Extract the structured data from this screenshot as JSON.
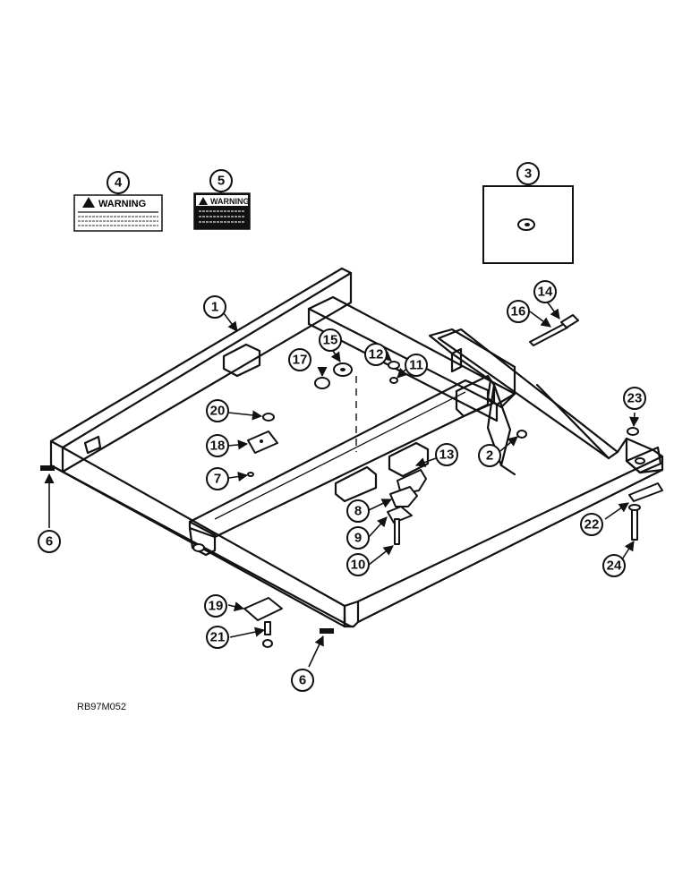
{
  "figure_code": "RB97M052",
  "decals": {
    "decal_4_title": "WARNING",
    "decal_5_title": "WARNING"
  },
  "callouts": [
    "1",
    "2",
    "3",
    "4",
    "5",
    "6",
    "6",
    "7",
    "8",
    "9",
    "10",
    "11",
    "12",
    "13",
    "14",
    "15",
    "16",
    "17",
    "18",
    "19",
    "20",
    "21",
    "22",
    "23",
    "24"
  ]
}
